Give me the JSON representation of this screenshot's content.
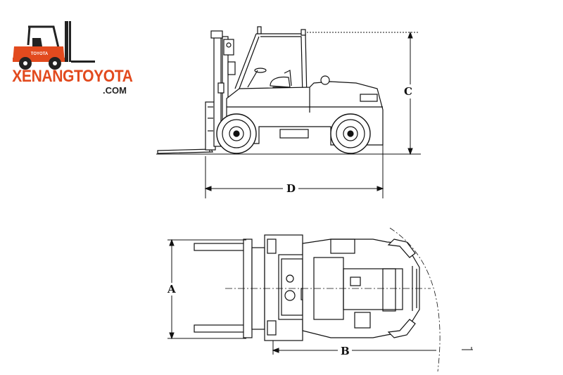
{
  "brand": {
    "name": "XENANGTOYOTA",
    "domain": ".COM",
    "badge": "TOYOTA",
    "accent_color": "#e24a1e"
  },
  "dimensions": {
    "C": "C",
    "D": "D",
    "A": "A",
    "B": "B"
  },
  "icons": [
    "forklift-logo-icon"
  ]
}
